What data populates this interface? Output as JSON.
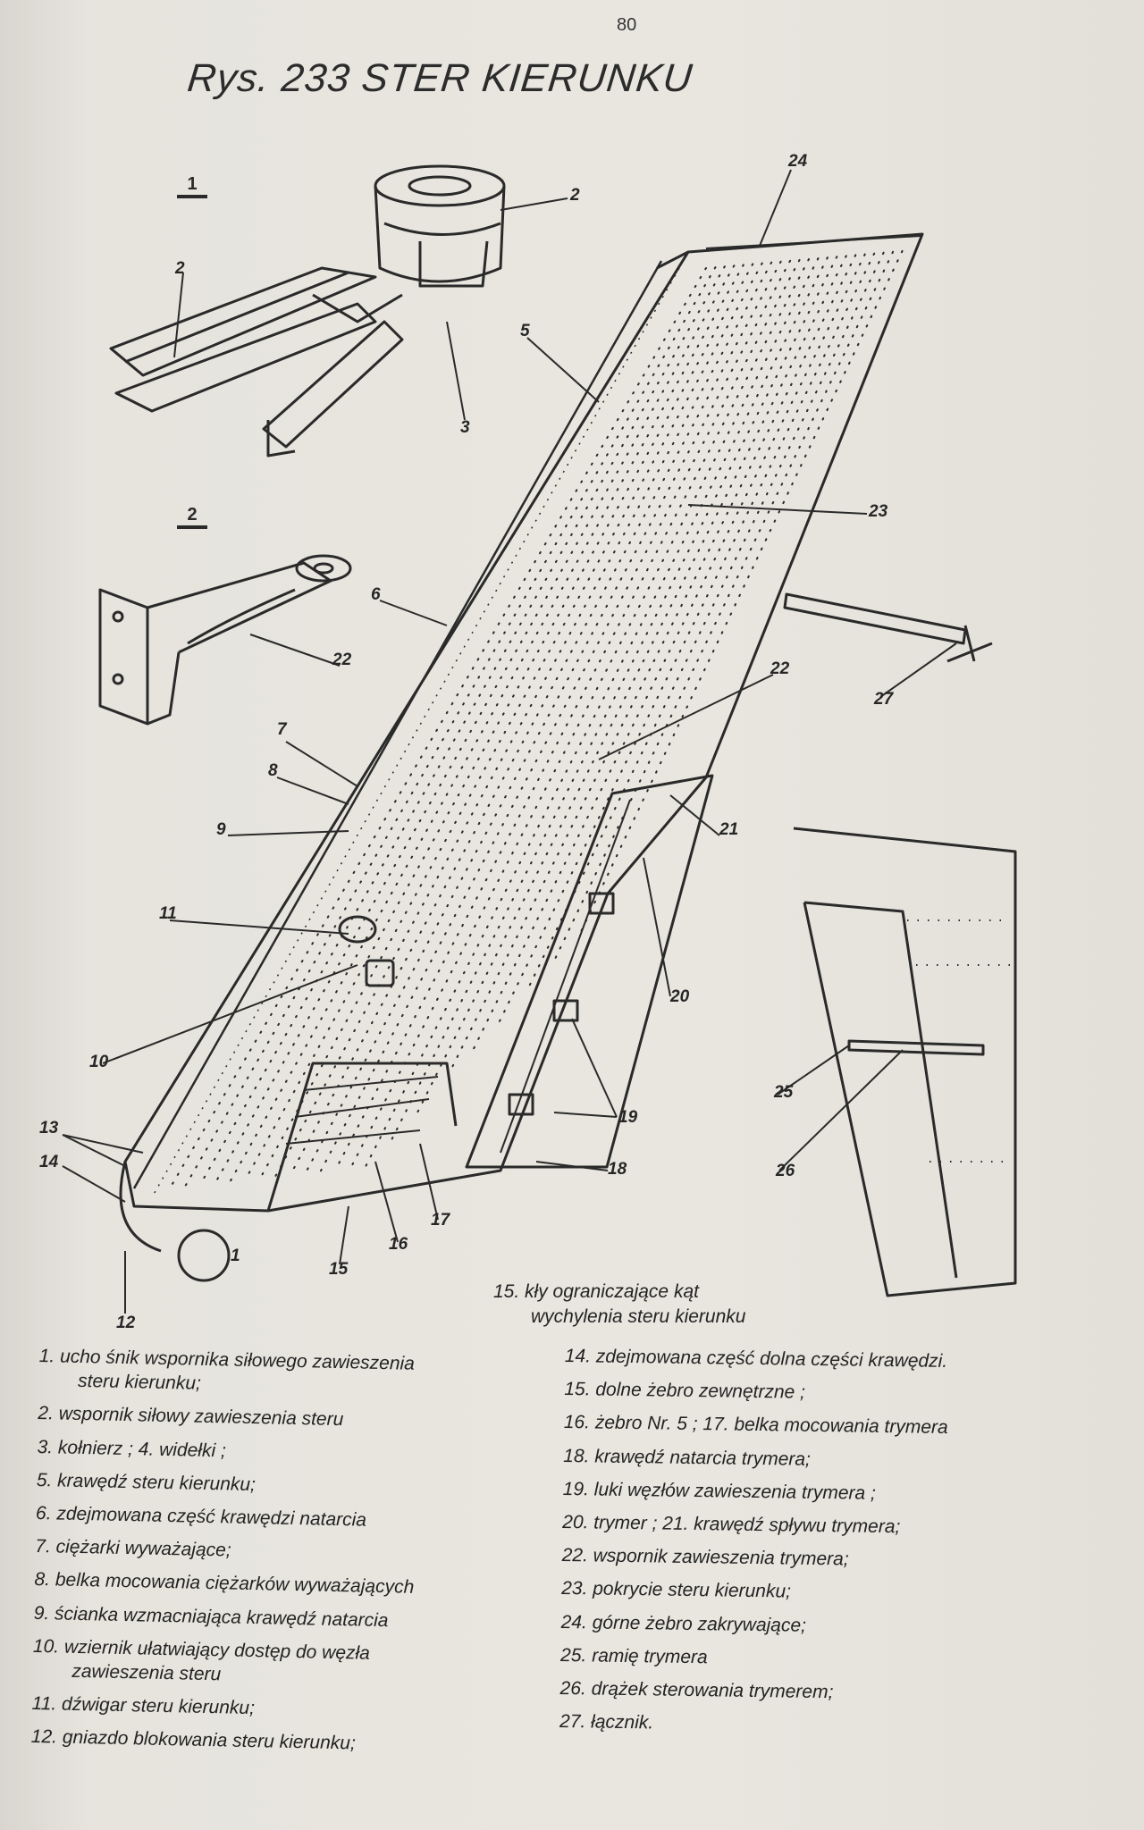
{
  "page": {
    "title": "Rys. 233 STER KIERUNKU",
    "page_number": "80"
  },
  "figure": {
    "section_labels": [
      "1",
      "2"
    ],
    "callouts": [
      "1",
      "2",
      "2",
      "3",
      "5",
      "6",
      "7",
      "8",
      "9",
      "10",
      "11",
      "12",
      "13",
      "14",
      "15",
      "16",
      "17",
      "18",
      "19",
      "20",
      "21",
      "22",
      "22",
      "23",
      "24",
      "25",
      "26",
      "27"
    ],
    "note_15": {
      "line1": "15. kły ograniczające kąt",
      "line2": "wychylenia steru kierunku"
    }
  },
  "legend": {
    "left": [
      {
        "text": "1. ucho śnik wspornika siłowego zawieszenia",
        "cont": "steru kierunku;"
      },
      {
        "text": "2. wspornik siłowy zawieszenia steru"
      },
      {
        "text": "3. kołnierz ; 4. widełki ;"
      },
      {
        "text": "5. krawędź steru kierunku;"
      },
      {
        "text": "6. zdejmowana część krawędzi natarcia"
      },
      {
        "text": "7. ciężarki wyważające;"
      },
      {
        "text": "8. belka mocowania ciężarków wyważających"
      },
      {
        "text": "9. ścianka wzmacniająca krawędź natarcia"
      },
      {
        "text": "10. wziernik ułatwiający dostęp do węzła",
        "cont": "zawieszenia steru"
      },
      {
        "text": "11. dźwigar steru kierunku;"
      },
      {
        "text": "12. gniazdo blokowania steru kierunku;"
      }
    ],
    "right": [
      {
        "text": "14. zdejmowana część dolna części krawędzi."
      },
      {
        "text": "15. dolne żebro zewnętrzne ;"
      },
      {
        "text": "16. żebro Nr. 5 ; 17. belka mocowania trymera"
      },
      {
        "text": "18. krawędź natarcia trymera;"
      },
      {
        "text": "19. luki węzłów zawieszenia trymera ;"
      },
      {
        "text": "20. trymer ; 21. krawędź spływu trymera;"
      },
      {
        "text": "22. wspornik zawieszenia trymera;"
      },
      {
        "text": "23. pokrycie steru kierunku;"
      },
      {
        "text": "24. górne żebro zakrywające;"
      },
      {
        "text": "25. ramię trymera"
      },
      {
        "text": "26. drążek sterowania trymerem;"
      },
      {
        "text": "27. łącznik."
      }
    ]
  }
}
